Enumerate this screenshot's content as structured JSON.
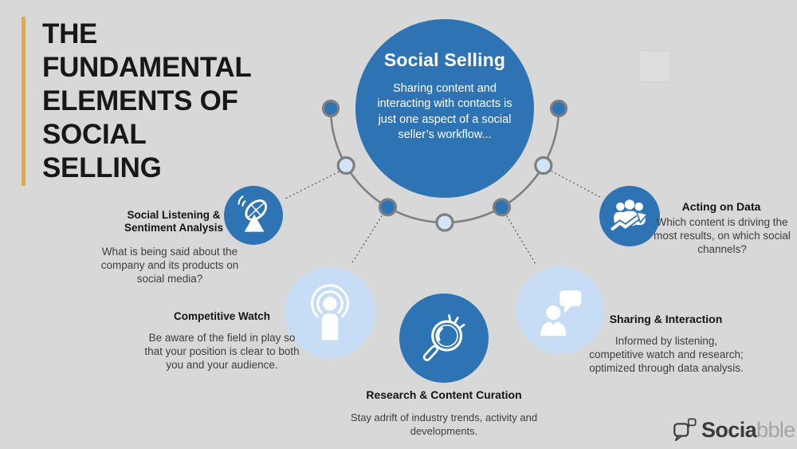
{
  "title": {
    "text": "THE\nFUNDAMENTAL\nELEMENTS OF\nSOCIAL\nSELLING"
  },
  "center": {
    "title": "Social Selling",
    "body": "Sharing content and interacting with contacts is just one aspect of a social seller’s workflow..."
  },
  "elements": [
    {
      "id": "social-listening",
      "title": "Social Listening & Sentiment Analysis",
      "body": "What is being said about the company and its products on social media?",
      "icon": "satellite-dish-icon",
      "circle_style": "dark"
    },
    {
      "id": "competitive-watch",
      "title": "Competitive Watch",
      "body": "Be aware of the field in play so that your position is clear to both you and your audience.",
      "icon": "broadcast-person-icon",
      "circle_style": "light"
    },
    {
      "id": "research-content-curation",
      "title": "Research & Content Curation",
      "body": "Stay adrift of industry trends, activity and developments.",
      "icon": "magnifier-icon",
      "circle_style": "dark"
    },
    {
      "id": "sharing-interaction",
      "title": "Sharing & Interaction",
      "body": "Informed by listening, competitive watch and research; optimized through data analysis.",
      "icon": "person-speech-bubble-icon",
      "circle_style": "light"
    },
    {
      "id": "acting-on-data",
      "title": "Acting on Data",
      "body": "Which content is driving the most results, on which social channels?",
      "icon": "people-growth-arrow-icon",
      "circle_style": "dark"
    }
  ],
  "logo": {
    "text_bold": "Socia",
    "text_light": "bble"
  },
  "colors": {
    "background": "#D8D8D8",
    "dark_blue": "#2E74B5",
    "light_blue": "#C7DDF6",
    "node_light": "#D2E4F6",
    "arc_gray": "#7F7F7F",
    "accent_yellow": "#EFA733"
  }
}
